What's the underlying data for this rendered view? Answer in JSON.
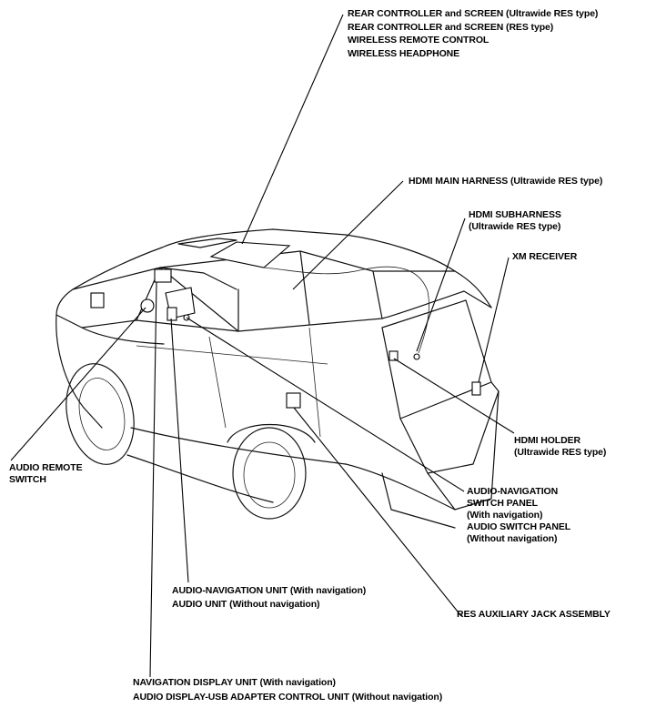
{
  "labels": {
    "rear_controller": [
      "REAR CONTROLLER and SCREEN (Ultrawide RES type)",
      "REAR CONTROLLER and SCREEN (RES type)",
      "WIRELESS REMOTE CONTROL",
      "WIRELESS HEADPHONE"
    ],
    "hdmi_main_harness": [
      "HDMI MAIN HARNESS (Ultrawide RES type)"
    ],
    "hdmi_subharness": [
      "HDMI SUBHARNESS",
      "(Ultrawide RES type)"
    ],
    "xm_receiver": [
      "XM RECEIVER"
    ],
    "hdmi_holder": [
      "HDMI HOLDER",
      "(Ultrawide RES type)"
    ],
    "audio_remote_switch": [
      "AUDIO REMOTE",
      "SWITCH"
    ],
    "audio_nav_switch_panel": [
      "AUDIO-NAVIGATION",
      "SWITCH PANEL",
      "(With navigation)",
      "AUDIO SWITCH PANEL",
      "(Without navigation)"
    ],
    "audio_nav_unit": [
      "AUDIO-NAVIGATION UNIT (With navigation)",
      "AUDIO UNIT (Without navigation)"
    ],
    "res_aux_jack": [
      "RES AUXILIARY JACK ASSEMBLY"
    ],
    "nav_display_unit": [
      "NAVIGATION DISPLAY UNIT (With navigation)",
      "AUDIO DISPLAY-USB ADAPTER CONTROL UNIT (Without navigation)"
    ]
  }
}
